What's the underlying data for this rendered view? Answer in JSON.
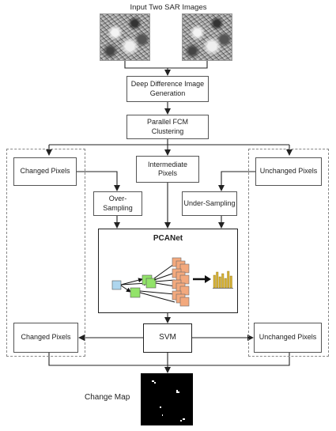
{
  "input_title": "Input Two SAR Images",
  "deep_diff_line1": "Deep Difference Image",
  "deep_diff_line2": "Generation",
  "fcm_line1": "Parallel FCM",
  "fcm_line2": "Clustering",
  "changed_pixels_top": "Changed Pixels",
  "intermediate_line1": "Intermediate",
  "intermediate_line2": "Pixels",
  "unchanged_pixels_top": "Unchanged Pixels",
  "over_sampling": "Over-Sampling",
  "under_sampling": "Under-Sampling",
  "pcanet": "PCANet",
  "svm": "SVM",
  "changed_pixels_bottom": "Changed Pixels",
  "unchanged_pixels_bottom": "Unchanged Pixels",
  "change_map": "Change Map",
  "colors": {
    "blue_node": "#aed6ee",
    "green_node": "#92e36a",
    "orange_node": "#f3a97d",
    "bars": "#d8b334"
  }
}
